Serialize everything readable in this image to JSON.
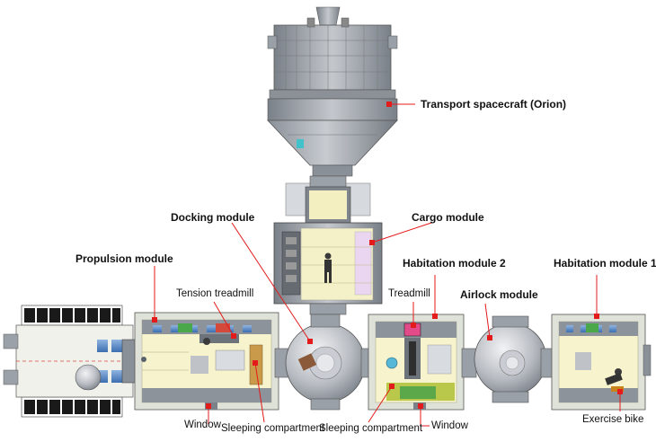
{
  "labels": {
    "transport": "Transport spacecraft (Orion)",
    "docking": "Docking module",
    "cargo": "Cargo module",
    "propulsion": "Propulsion module",
    "habitation2": "Habitation module 2",
    "habitation1": "Habitation module 1",
    "tension_treadmill": "Tension treadmill",
    "treadmill": "Treadmill",
    "airlock": "Airlock module",
    "window_left": "Window",
    "sleeping_left": "Sleeping compartment",
    "sleeping_right": "Sleeping compartment",
    "window_right": "Window",
    "exercise_bike": "Exercise bike"
  },
  "colors": {
    "leader": "#e31b1b",
    "marker": "#e31b1b",
    "metal": "#a9aeb5",
    "metal_dark": "#6e747c",
    "interior": "#f4f1c8",
    "solar": "#1a1a1a"
  }
}
